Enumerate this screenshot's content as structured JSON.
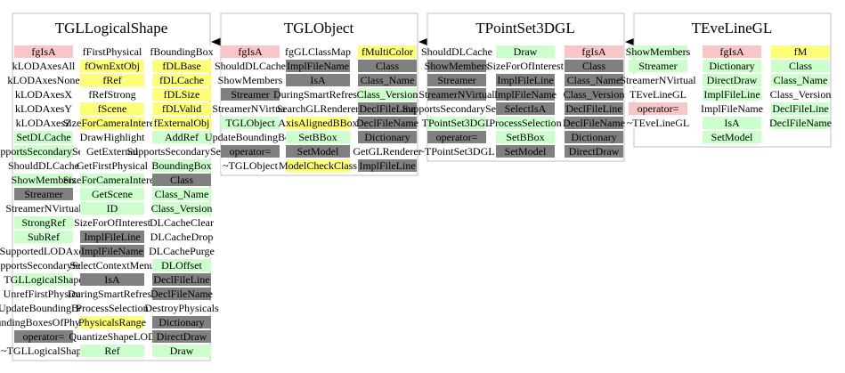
{
  "colors": {
    "pink": "#f8c6c6",
    "green": "#ccffcc",
    "gray": "#808080",
    "yellow": "#ffff77",
    "frame": "#bfbfbf"
  },
  "classes": [
    {
      "id": "tgllogicalshape",
      "title": "TGLLogicalShape",
      "columns": [
        [
          {
            "t": "fgIsA",
            "c": "pink"
          },
          {
            "t": "kLODAxesAll",
            "c": "white"
          },
          {
            "t": "kLODAxesNone",
            "c": "white"
          },
          {
            "t": "kLODAxesX",
            "c": "white"
          },
          {
            "t": "kLODAxesY",
            "c": "white"
          },
          {
            "t": "kLODAxesZ",
            "c": "white"
          },
          {
            "t": "SetDLCache",
            "c": "green"
          },
          {
            "t": "SupportsSecondarySelect",
            "c": "green"
          },
          {
            "t": "ShouldDLCache",
            "c": "white"
          },
          {
            "t": "ShowMembers",
            "c": "green"
          },
          {
            "t": "Streamer",
            "c": "gray"
          },
          {
            "t": "StreamerNVirtual",
            "c": "white"
          },
          {
            "t": "StrongRef",
            "c": "green"
          },
          {
            "t": "SubRef",
            "c": "green"
          },
          {
            "t": "SupportedLODAxes",
            "c": "white"
          },
          {
            "t": "SupportsSecondarySelect",
            "c": "white"
          },
          {
            "t": "TGLLogicalShape",
            "c": "green"
          },
          {
            "t": "UnrefFirstPhysical",
            "c": "white"
          },
          {
            "t": "UpdateBoundingBox",
            "c": "white"
          },
          {
            "t": "BoundingBoxesOfPhysicals",
            "c": "white"
          },
          {
            "t": "operator=",
            "c": "gray"
          },
          {
            "t": "~TGLLogicalShape",
            "c": "white"
          }
        ],
        [
          {
            "t": "fFirstPhysical",
            "c": "white"
          },
          {
            "t": "fOwnExtObj",
            "c": "yellow"
          },
          {
            "t": "fRef",
            "c": "yellow"
          },
          {
            "t": "fRefStrong",
            "c": "white"
          },
          {
            "t": "fScene",
            "c": "yellow"
          },
          {
            "t": "SizeForCameraInterest",
            "c": "yellow"
          },
          {
            "t": "DrawHighlight",
            "c": "white"
          },
          {
            "t": "GetExternal",
            "c": "white"
          },
          {
            "t": "GetFirstPhysical",
            "c": "white"
          },
          {
            "t": "SizeForCameraInterest",
            "c": "green"
          },
          {
            "t": "GetScene",
            "c": "green"
          },
          {
            "t": "ID",
            "c": "green"
          },
          {
            "t": "SizeForOfInterest",
            "c": "white"
          },
          {
            "t": "ImplFileLine",
            "c": "gray"
          },
          {
            "t": "ImplFileName",
            "c": "gray"
          },
          {
            "t": "SelectContextMenu",
            "c": "white"
          },
          {
            "t": "IsA",
            "c": "gray"
          },
          {
            "t": "DuringSmartRefresh",
            "c": "white"
          },
          {
            "t": "ProcessSelection",
            "c": "white"
          },
          {
            "t": "PhysicalsRange",
            "c": "yellow"
          },
          {
            "t": "QuantizeShapeLOD",
            "c": "white"
          },
          {
            "t": "Ref",
            "c": "green"
          }
        ],
        [
          {
            "t": "fBoundingBox",
            "c": "white"
          },
          {
            "t": "fDLBase",
            "c": "yellow"
          },
          {
            "t": "fDLCache",
            "c": "yellow"
          },
          {
            "t": "fDLSize",
            "c": "yellow"
          },
          {
            "t": "fDLValid",
            "c": "yellow"
          },
          {
            "t": "fExternalObj",
            "c": "yellow"
          },
          {
            "t": "AddRef",
            "c": "green"
          },
          {
            "t": "SupportsSecondarySelect",
            "c": "white"
          },
          {
            "t": "BoundingBox",
            "c": "green"
          },
          {
            "t": "Class",
            "c": "gray"
          },
          {
            "t": "Class_Name",
            "c": "green"
          },
          {
            "t": "Class_Version",
            "c": "green"
          },
          {
            "t": "DLCacheClear",
            "c": "white"
          },
          {
            "t": "DLCacheDrop",
            "c": "white"
          },
          {
            "t": "DLCachePurge",
            "c": "white"
          },
          {
            "t": "DLOffset",
            "c": "green"
          },
          {
            "t": "DeclFileLine",
            "c": "gray"
          },
          {
            "t": "DeclFileName",
            "c": "gray"
          },
          {
            "t": "DestroyPhysicals",
            "c": "white"
          },
          {
            "t": "Dictionary",
            "c": "gray"
          },
          {
            "t": "DirectDraw",
            "c": "gray"
          },
          {
            "t": "Draw",
            "c": "green"
          }
        ]
      ]
    },
    {
      "id": "tglobject",
      "title": "TGLObject",
      "columns": [
        [
          {
            "t": "fgIsA",
            "c": "pink"
          },
          {
            "t": "ShouldDLCache",
            "c": "white"
          },
          {
            "t": "ShowMembers",
            "c": "white"
          },
          {
            "t": "Streamer",
            "c": "gray"
          },
          {
            "t": "StreamerNVirtual",
            "c": "white"
          },
          {
            "t": "TGLObject",
            "c": "green"
          },
          {
            "t": "UpdateBoundingBox",
            "c": "white"
          },
          {
            "t": "operator=",
            "c": "gray"
          },
          {
            "t": "~TGLObject",
            "c": "white"
          }
        ],
        [
          {
            "t": "fgGLClassMap",
            "c": "white"
          },
          {
            "t": "ImplFileName",
            "c": "gray"
          },
          {
            "t": "IsA",
            "c": "gray"
          },
          {
            "t": "DuringSmartRefresh",
            "c": "white"
          },
          {
            "t": "SearchGLRenderer",
            "c": "white"
          },
          {
            "t": "AxisAlignedBBox",
            "c": "yellow"
          },
          {
            "t": "SetBBox",
            "c": "green"
          },
          {
            "t": "SetModel",
            "c": "gray"
          },
          {
            "t": "ModelCheckClass",
            "c": "yellow"
          }
        ],
        [
          {
            "t": "fMultiColor",
            "c": "yellow"
          },
          {
            "t": "Class",
            "c": "gray"
          },
          {
            "t": "Class_Name",
            "c": "gray"
          },
          {
            "t": "Class_Version",
            "c": "green"
          },
          {
            "t": "DeclFileLine",
            "c": "gray"
          },
          {
            "t": "DeclFileName",
            "c": "gray"
          },
          {
            "t": "Dictionary",
            "c": "gray"
          },
          {
            "t": "GetGLRenderer",
            "c": "white"
          },
          {
            "t": "ImplFileLine",
            "c": "gray"
          }
        ]
      ]
    },
    {
      "id": "tpointset3dgl",
      "title": "TPointSet3DGL",
      "columns": [
        [
          {
            "t": "ShouldDLCache",
            "c": "white"
          },
          {
            "t": "ShowMembers",
            "c": "gray"
          },
          {
            "t": "Streamer",
            "c": "gray"
          },
          {
            "t": "StreamerNVirtual",
            "c": "gray"
          },
          {
            "t": "SupportsSecondarySelect",
            "c": "white"
          },
          {
            "t": "TPointSet3DGL",
            "c": "green"
          },
          {
            "t": "operator=",
            "c": "gray"
          },
          {
            "t": "~TPointSet3DGL",
            "c": "white"
          }
        ],
        [
          {
            "t": "Draw",
            "c": "green"
          },
          {
            "t": "SizeForOfInterest",
            "c": "white"
          },
          {
            "t": "ImplFileLine",
            "c": "gray"
          },
          {
            "t": "ImplFileName",
            "c": "gray"
          },
          {
            "t": "SelectIsA",
            "c": "gray"
          },
          {
            "t": "ProcessSelection",
            "c": "green"
          },
          {
            "t": "SetBBox",
            "c": "green"
          },
          {
            "t": "SetModel",
            "c": "gray"
          }
        ],
        [
          {
            "t": "fgIsA",
            "c": "pink"
          },
          {
            "t": "Class",
            "c": "gray"
          },
          {
            "t": "Class_Name",
            "c": "gray"
          },
          {
            "t": "Class_Version",
            "c": "gray"
          },
          {
            "t": "DeclFileLine",
            "c": "gray"
          },
          {
            "t": "DeclFileName",
            "c": "gray"
          },
          {
            "t": "Dictionary",
            "c": "gray"
          },
          {
            "t": "DirectDraw",
            "c": "gray"
          }
        ]
      ]
    },
    {
      "id": "tevelinegl",
      "title": "TEveLineGL",
      "columns": [
        [
          {
            "t": "ShowMembers",
            "c": "green"
          },
          {
            "t": "Streamer",
            "c": "green"
          },
          {
            "t": "StreamerNVirtual",
            "c": "white"
          },
          {
            "t": "TEveLineGL",
            "c": "white"
          },
          {
            "t": "operator=",
            "c": "pink"
          },
          {
            "t": "~TEveLineGL",
            "c": "white"
          }
        ],
        [
          {
            "t": "fgIsA",
            "c": "pink"
          },
          {
            "t": "Dictionary",
            "c": "green"
          },
          {
            "t": "DirectDraw",
            "c": "green"
          },
          {
            "t": "ImplFileLine",
            "c": "green"
          },
          {
            "t": "ImplFileName",
            "c": "white"
          },
          {
            "t": "IsA",
            "c": "green"
          },
          {
            "t": "SetModel",
            "c": "green"
          }
        ],
        [
          {
            "t": "fM",
            "c": "yellow"
          },
          {
            "t": "Class",
            "c": "green"
          },
          {
            "t": "Class_Name",
            "c": "green"
          },
          {
            "t": "Class_Version",
            "c": "white"
          },
          {
            "t": "DeclFileLine",
            "c": "green"
          },
          {
            "t": "DeclFileName",
            "c": "green"
          }
        ]
      ]
    }
  ]
}
